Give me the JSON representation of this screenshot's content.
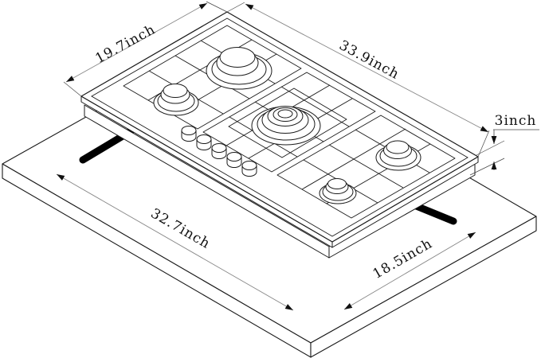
{
  "drawing": {
    "dimensions": {
      "cooktop_width_label": "19.7inch",
      "cooktop_length_label": "33.9inch",
      "cooktop_height_label": "3inch",
      "cutout_length_label": "32.7inch",
      "cutout_width_label": "18.5inch"
    },
    "colors": {
      "line": "#1a1a1a",
      "dim_line": "#888888",
      "cutout_fill": "#000000",
      "background": "#ffffff"
    }
  }
}
